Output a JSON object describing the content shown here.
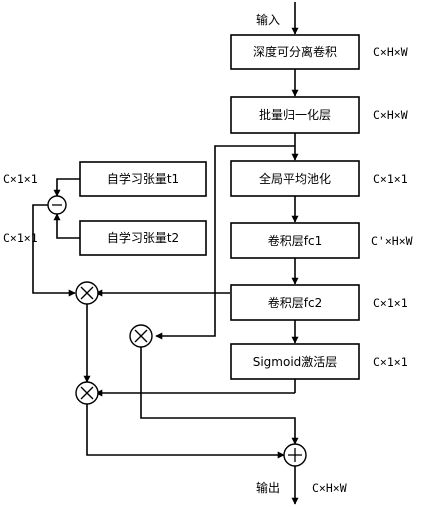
{
  "input_label": "输入",
  "output_label": "输出",
  "output_shape": "C×H×W",
  "main_blocks": [
    {
      "label": "深度可分离卷积",
      "shape": "C×H×W"
    },
    {
      "label": "批量归一化层",
      "shape": "C×H×W"
    },
    {
      "label": "全局平均池化",
      "shape": "C×1×1"
    },
    {
      "label": "卷积层fc1",
      "shape": "C'×H×W"
    },
    {
      "label": "卷积层fc2",
      "shape": "C×1×1"
    },
    {
      "label": "Sigmoid激活层",
      "shape": "C×1×1"
    }
  ],
  "side_blocks": [
    {
      "label": "自学习张量t1",
      "shape": "C×1×1"
    },
    {
      "label": "自学习张量t2",
      "shape": "C×1×1"
    }
  ],
  "operators": {
    "subtract": "minus-icon",
    "multiply": "multiply-icon",
    "add": "plus-icon"
  }
}
